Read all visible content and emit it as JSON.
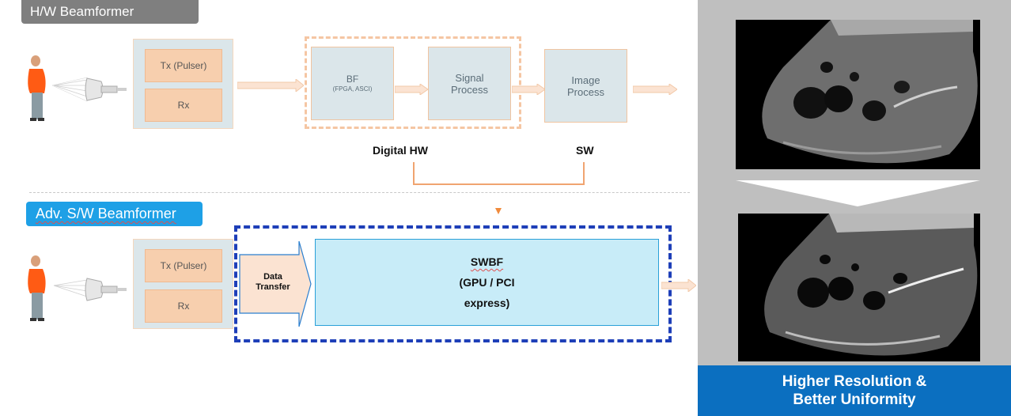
{
  "hw_section": {
    "title": "H/W Beamformer",
    "tx_label": "Tx (Pulser)",
    "rx_label": "Rx",
    "bf_label": "BF",
    "bf_sub": "(FPGA, ASCI)",
    "signal_process_line1": "Signal",
    "signal_process_line2": "Process",
    "image_process_line1": "Image",
    "image_process_line2": "Process",
    "digital_hw_label": "Digital HW",
    "sw_label": "SW"
  },
  "sw_section": {
    "title": "Adv. S/W Beamformer",
    "tx_label": "Tx (Pulser)",
    "rx_label": "Rx",
    "data_transfer_line1": "Data",
    "data_transfer_line2": "Transfer",
    "swbf_line1": "SWBF",
    "swbf_line2": "(GPU / PCI",
    "swbf_line3": "express)"
  },
  "result": {
    "banner_line1": "Higher Resolution &",
    "banner_line2": "Better Uniformity"
  },
  "colors": {
    "gray_title": "#7f7f7f",
    "blue_title": "#1ea0e6",
    "orange_box": "#f7cfae",
    "process_box": "#dbe6ea",
    "dashed_blue": "#1e3fb8",
    "banner_blue": "#0b6fc0",
    "arrow_orange": "#f0b088"
  },
  "icons": {
    "patient": "person-icon",
    "probe": "ultrasound-probe-icon"
  }
}
